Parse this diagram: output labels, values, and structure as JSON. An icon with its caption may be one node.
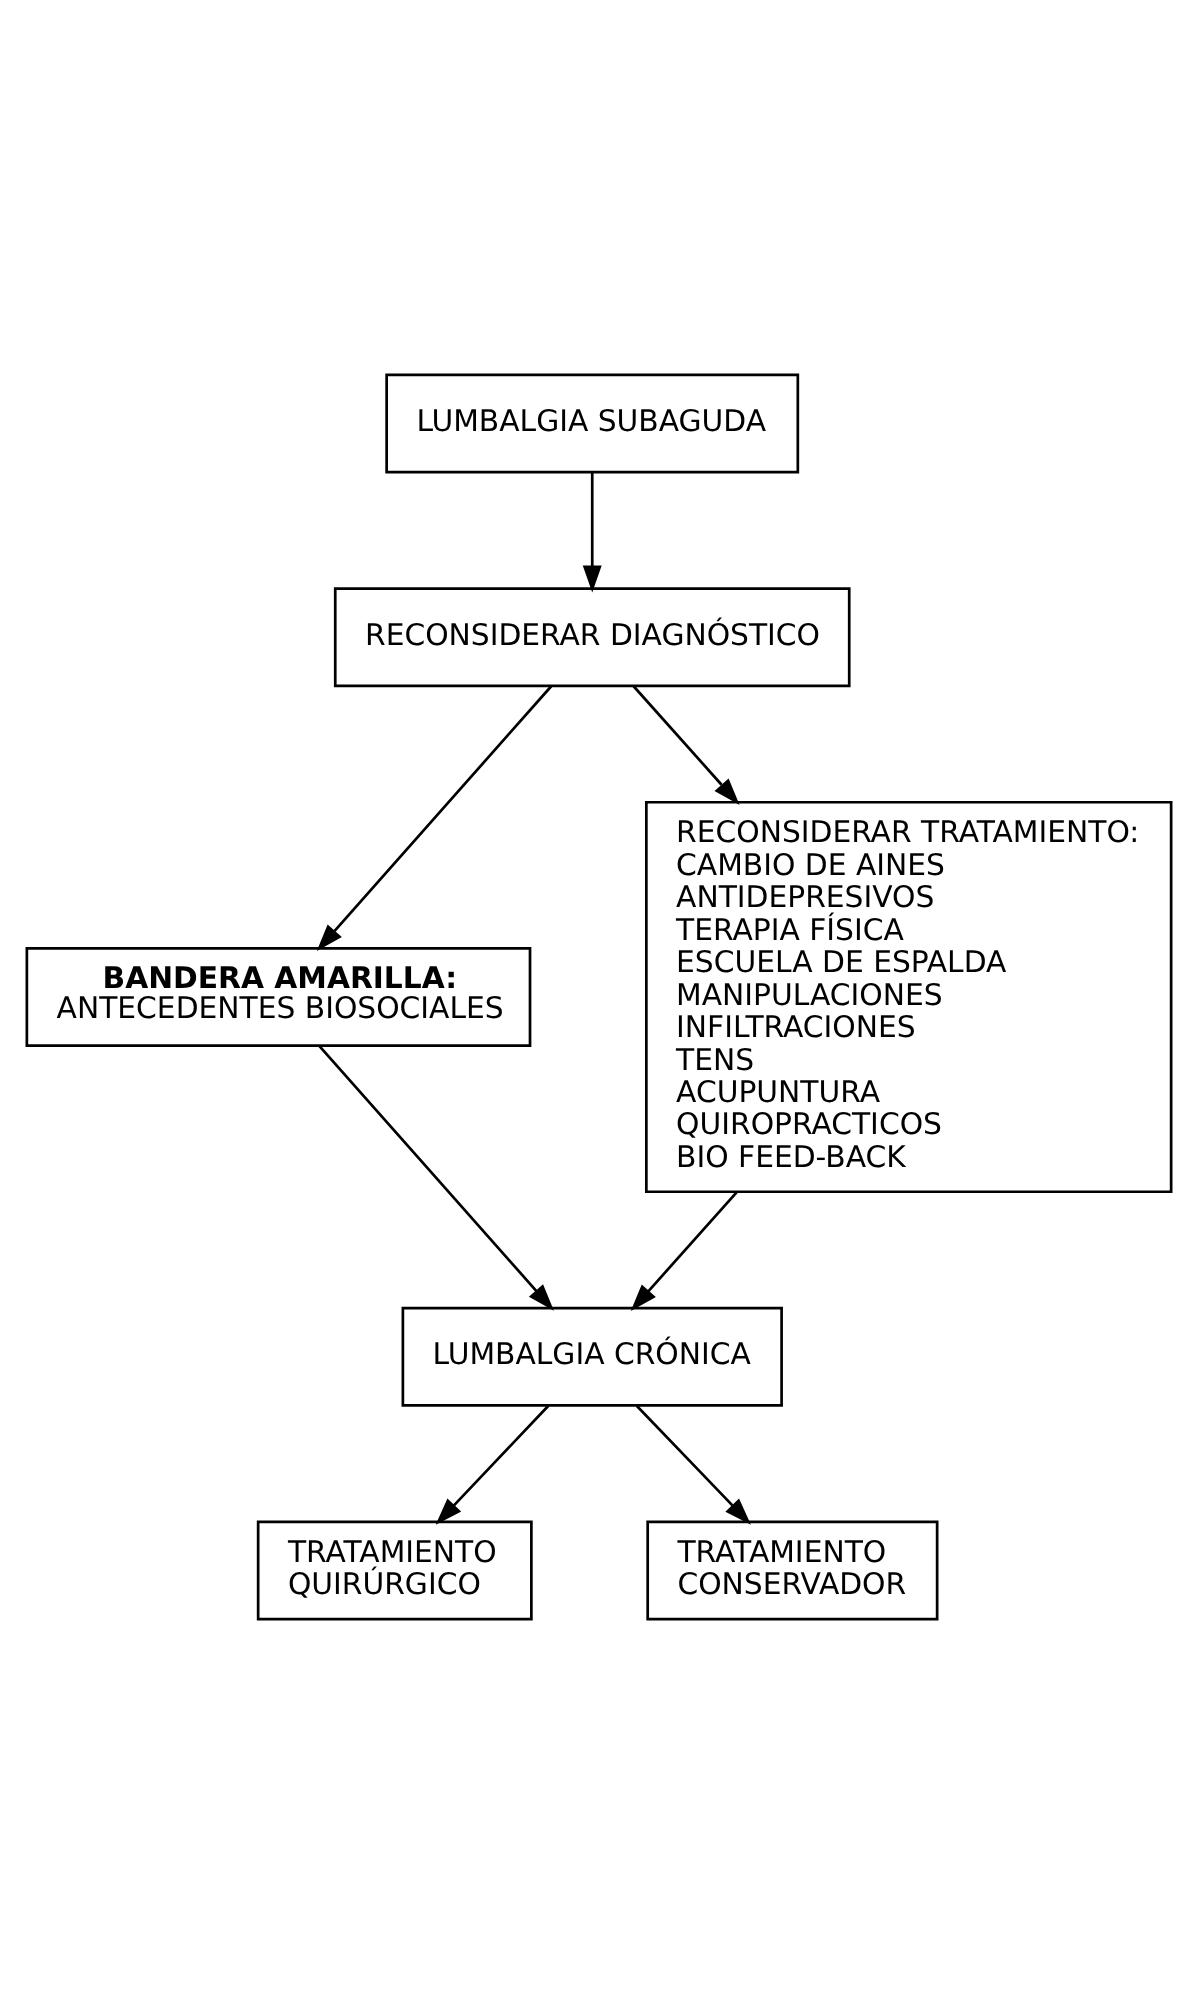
{
  "diagram": {
    "nodes": [
      {
        "text": [
          "LUMBALGIA SUBAGUDA"
        ]
      },
      {
        "text": [
          "RECONSIDERAR DIAGNÓSTICO"
        ]
      },
      {
        "text": [
          "BANDERA AMARILLA:",
          "ANTECEDENTES BIOSOCIALES"
        ]
      },
      {
        "text": [
          "RECONSIDERAR TRATAMIENTO:",
          "CAMBIO DE AINES",
          "ANTIDEPRESIVOS",
          "TERAPIA FÍSICA",
          "ESCUELA DE ESPALDA",
          "MANIPULACIONES",
          "INFILTRACIONES",
          "TENS",
          "ACUPUNTURA",
          "QUIROPRACTICOS",
          "BIO FEED-BACK"
        ]
      },
      {
        "text": [
          "LUMBALGIA CRÓNICA"
        ]
      },
      {
        "text": [
          "TRATAMIENTO QUIRÚRGICO"
        ]
      },
      {
        "text": [
          "TRATAMIENTO CONSERVADOR"
        ]
      }
    ],
    "edges": [
      {
        "from": 0,
        "to": 1,
        "arrow": "to"
      },
      {
        "from": 1,
        "to": 3,
        "arrow": "to"
      },
      {
        "from": 1,
        "to": 2,
        "arrow": "to"
      },
      {
        "from": 3,
        "to": 4,
        "arrow": "to"
      },
      {
        "from": 2,
        "to": 4,
        "arrow": "to"
      },
      {
        "from": 4,
        "to": 5,
        "arrow": "to"
      },
      {
        "from": 4,
        "to": 6,
        "arrow": "to"
      }
    ]
  }
}
